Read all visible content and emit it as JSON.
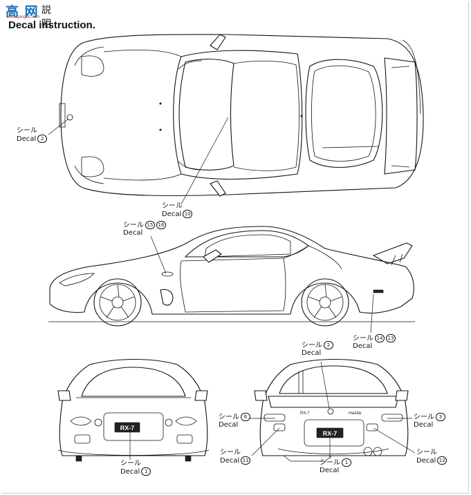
{
  "header": {
    "logo_text": "高 网",
    "logo_sub": "www.gaoguo.com",
    "title_jp": "説明",
    "title_en": "Decal instruction."
  },
  "plate_text": "RX-7",
  "rear_badges": {
    "left": "RX-7",
    "right": "mazda"
  },
  "callouts": [
    {
      "id": "top-nose",
      "jp": "シール",
      "en": "Decal",
      "nums": [
        "2"
      ]
    },
    {
      "id": "top-windshield",
      "jp": "シール",
      "en": "Decal",
      "nums": [
        "10"
      ]
    },
    {
      "id": "side-fender",
      "jp": "シール",
      "en": "Decal",
      "nums": [
        "15",
        "16"
      ]
    },
    {
      "id": "side-rear",
      "jp": "シール",
      "en": "Decal",
      "nums": [
        "14",
        "13"
      ]
    },
    {
      "id": "rear-top",
      "jp": "シール",
      "en": "Decal",
      "nums": [
        "2"
      ]
    },
    {
      "id": "rear-left-upper",
      "jp": "シール",
      "en": "Decal",
      "nums": [
        "6"
      ]
    },
    {
      "id": "rear-right-upper",
      "jp": "シール",
      "en": "Decal",
      "nums": [
        "3"
      ]
    },
    {
      "id": "rear-left-lower",
      "jp": "シール",
      "en": "Decal",
      "nums": [
        "11"
      ]
    },
    {
      "id": "rear-right-lower",
      "jp": "シール",
      "en": "Decal",
      "nums": [
        "12"
      ]
    },
    {
      "id": "rear-plate",
      "jp": "シール",
      "en": "Decal",
      "nums": [
        "1"
      ]
    },
    {
      "id": "front-plate",
      "jp": "シール",
      "en": "Decal",
      "nums": [
        "1"
      ]
    }
  ]
}
